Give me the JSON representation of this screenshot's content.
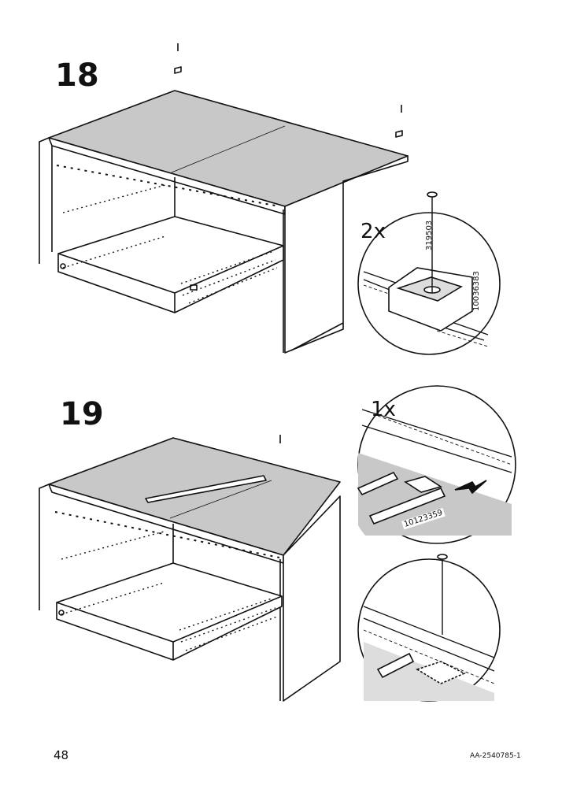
{
  "steps": [
    {
      "number": "18",
      "quantity": "2x",
      "part_numbers": [
        "319503",
        "10036383"
      ]
    },
    {
      "number": "19",
      "quantity": "1x",
      "part_numbers": [
        "10123359"
      ]
    }
  ],
  "footer": {
    "page_number": "48",
    "document_code": "AA-2540785-1"
  }
}
